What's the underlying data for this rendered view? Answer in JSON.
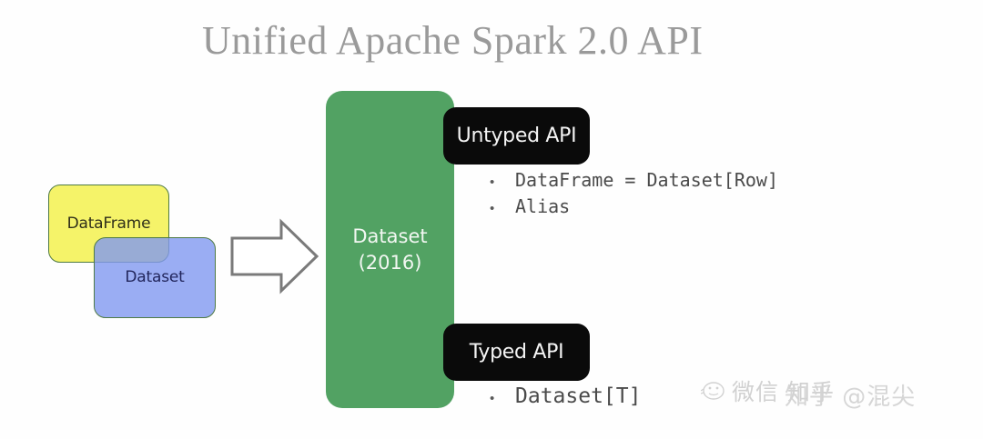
{
  "slide": {
    "title": "Unified Apache Spark 2.0 API",
    "background_color": "#ffffff",
    "title_color": "#9a9a9a"
  },
  "legacy_apis": {
    "dataframe": {
      "label": "DataFrame",
      "fill_color": "#f5f369",
      "border_color": "#4f7a45"
    },
    "dataset": {
      "label": "Dataset",
      "fill_color": "#8198f0",
      "border_color": "#4f7a45"
    }
  },
  "arrow": {
    "icon": "right-block-arrow-icon",
    "stroke_color": "#7a7a7a"
  },
  "unified": {
    "name": "Dataset",
    "year": "(2016)",
    "fill_color": "#52a263",
    "text_color": "#f2f7f2"
  },
  "api_branches": [
    {
      "pill_label": "Untyped API",
      "pill_color": "#0a0a0a",
      "bullets": [
        "DataFrame = Dataset[Row]",
        "Alias"
      ]
    },
    {
      "pill_label": "Typed API",
      "pill_color": "#0a0a0a",
      "bullets": [
        "Dataset[T]"
      ]
    }
  ],
  "watermarks": {
    "wechat": "微信 知乎",
    "zhihu": "知乎 @混尖",
    "smiley_icon": "smiley-face-icon",
    "color": "#cfcfcf"
  }
}
